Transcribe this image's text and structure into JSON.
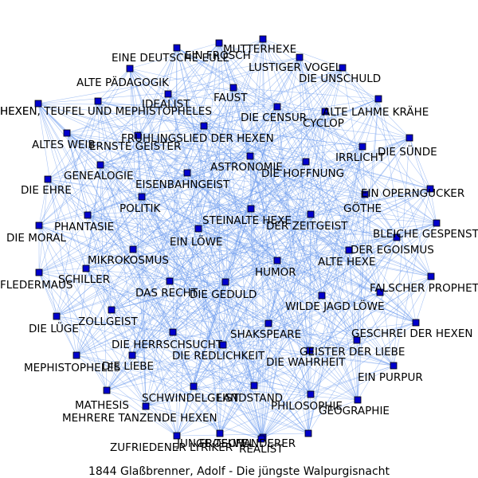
{
  "title": "1844 Glaßbrenner, Adolf - Die jüngste Walpurgisnacht",
  "colors": {
    "edge": "#6495ed",
    "node": "#0000cc",
    "label": "#000000",
    "background": "#ffffff"
  },
  "graph": {
    "nodes": [
      "HEXE",
      "EIN FROSCH",
      "MUTTERHEXE",
      "EINE DEUTSCHE EULE",
      "LUSTIGER VOGEL",
      "ALTE PÄDAGOGIK",
      "DIE UNSCHULD",
      "FAUST",
      "IDEALIST",
      "HEXEN, TEUFEL UND MEPHISTOPHELES",
      "DIE CENSUR",
      "ALTE LAHME KRÄHE",
      "CYCLOP",
      "FRÜHLINGSLIED DER HEXEN",
      "ALTES WEIB",
      "ERNSTE GEISTER",
      "DIE SÜNDE",
      "IRRLICHT",
      "ASTRONOMIE",
      "DIE HOFFNUNG",
      "GENEALOGIE",
      "EISENBAHNGEIST",
      "DIE EHRE",
      "EIN OPERNGUCKER",
      "GÖTHE",
      "POLITIK",
      "STEINALTE HEXE",
      "DER ZEITGEIST",
      "PHANTASIE",
      "DIE MORAL",
      "BLEICHE GESPENSTER",
      "EIN LÖWE",
      "DER EGOISMUS",
      "MIKROKOSMUS",
      "ALTE HEXE",
      "HUMOR",
      "FLEDERMAUS",
      "SCHILLER",
      "FALSCHER PROPHET",
      "DAS RECHT",
      "DIE GEDULD",
      "WILDE JAGD",
      "LÖWE",
      "DIE LÜGE",
      "ZOLLGEIST",
      "GESCHREI DER HEXEN",
      "SHAKSPEARE",
      "DIE HERRSCHSUCHT",
      "GEISTER DER LIEBE",
      "DIE REDLICHKEIT",
      "MEPHISTOPHELES",
      "DIE LIEBE",
      "DIE WAHRHEIT",
      "EIN PURPUR",
      "SCHWINDELGEIST",
      "LANDSTAND",
      "MATHESIS",
      "PHILOSOPHIE",
      "GEOGRAPHIE",
      "MEHRERE TANZENDE HEXEN",
      "ZUFRIEDENER LYRIKER",
      "JUNGE TEUFEL",
      "WANDERER",
      "REALIST",
      "FROSCH"
    ]
  }
}
